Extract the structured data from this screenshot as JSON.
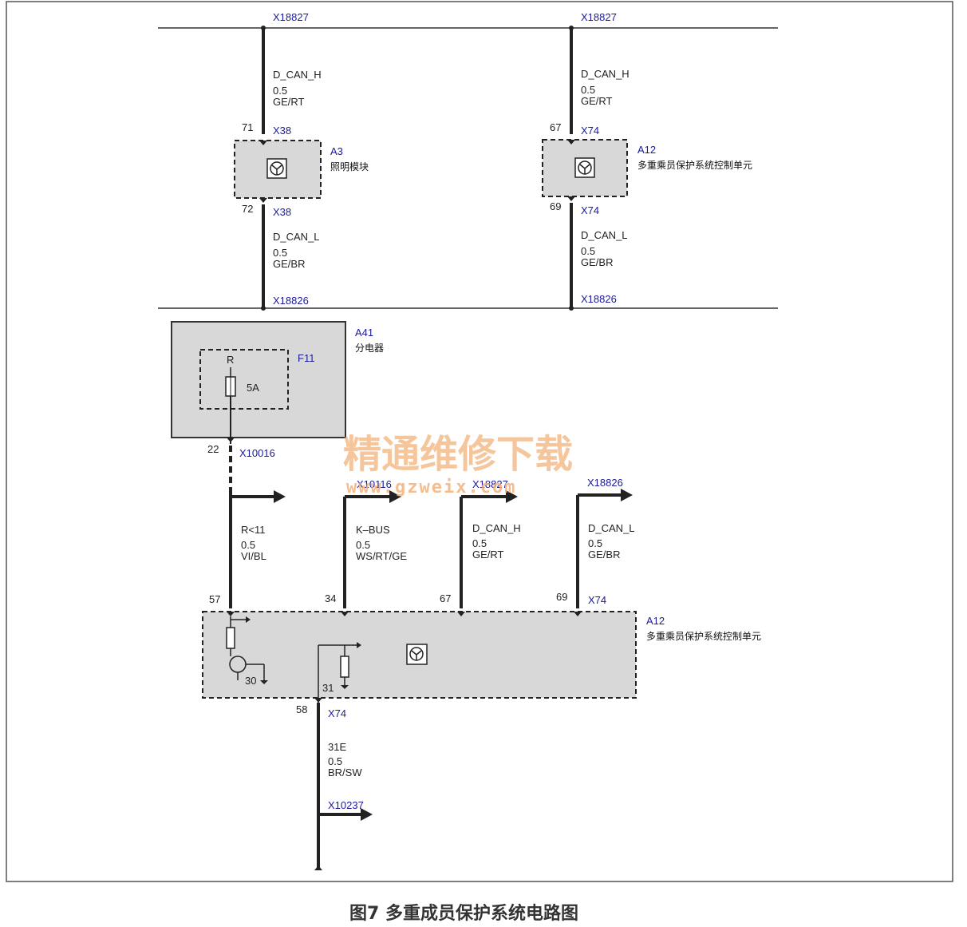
{
  "top_left_circuit": {
    "connector_top": "X18827",
    "wire_top_signal": "D_CAN_H",
    "wire_top_size": "0.5",
    "wire_top_color": "GE/RT",
    "pin_top": "71",
    "pin_top_conn": "X38",
    "module_id": "A3",
    "module_name": "照明模块",
    "pin_bottom": "72",
    "pin_bottom_conn": "X38",
    "wire_bottom_signal": "D_CAN_L",
    "wire_bottom_size": "0.5",
    "wire_bottom_color": "GE/BR",
    "connector_bottom": "X18826"
  },
  "top_right_circuit": {
    "connector_top": "X18827",
    "wire_top_signal": "D_CAN_H",
    "wire_top_size": "0.5",
    "wire_top_color": "GE/RT",
    "pin_top": "67",
    "pin_top_conn": "X74",
    "module_id": "A12",
    "module_name": "多重乘员保护系统控制单元",
    "pin_bottom": "69",
    "pin_bottom_conn": "X74",
    "wire_bottom_signal": "D_CAN_L",
    "wire_bottom_size": "0.5",
    "wire_bottom_color": "GE/BR",
    "connector_bottom": "X18826"
  },
  "distributor": {
    "module_id": "A41",
    "module_name": "分电器",
    "fuse_id": "F11",
    "fuse_terminal": "R",
    "fuse_rating": "5A",
    "pin": "22",
    "pin_conn": "X10016"
  },
  "bottom_circuit": {
    "wires": [
      {
        "pin": "57",
        "signal": "R<11",
        "size": "0.5",
        "color": "VI/BL",
        "ref": ""
      },
      {
        "pin": "34",
        "signal": "K–BUS",
        "size": "0.5",
        "color": "WS/RT/GE",
        "ref": "X10116"
      },
      {
        "pin": "67",
        "signal": "D_CAN_H",
        "size": "0.5",
        "color": "GE/RT",
        "ref": "X18827"
      },
      {
        "pin": "69",
        "signal": "D_CAN_L",
        "size": "0.5",
        "color": "GE/BR",
        "ref": "X18826"
      }
    ],
    "pin_conn": "X74",
    "module_id": "A12",
    "module_name": "多重乘员保护系统控制单元",
    "internal_terminal_30": "30",
    "internal_terminal_31": "31",
    "ground_pin": "58",
    "ground_pin_conn": "X74",
    "ground_signal": "31E",
    "ground_size": "0.5",
    "ground_color": "BR/SW",
    "ground_ref": "X10237"
  },
  "watermark": {
    "text": "精通维修下载",
    "url": "www.gzweix.com"
  },
  "caption": "图7  多重成员保护系统电路图"
}
